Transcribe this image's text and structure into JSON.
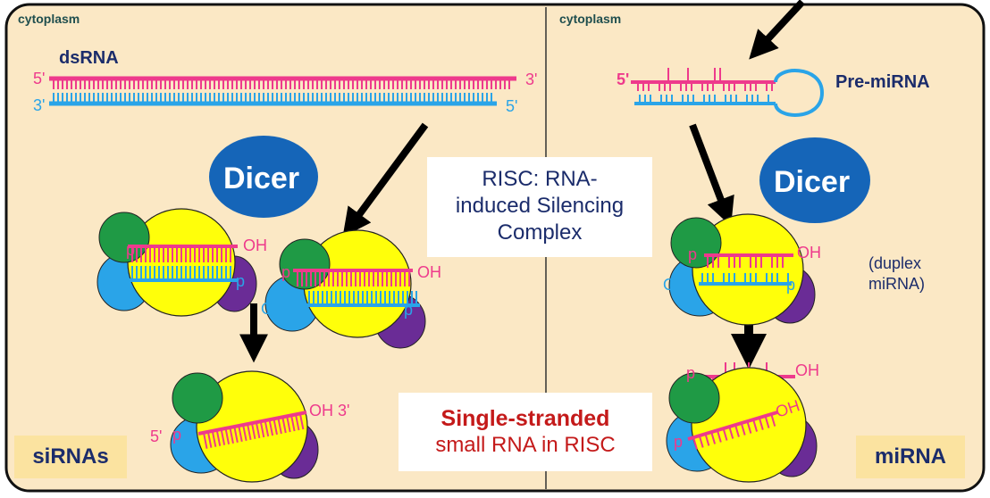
{
  "left": {
    "compartment_label": "cytoplasm",
    "dsrna_label": "dsRNA",
    "top_strand_5": "5'",
    "top_strand_3": "3'",
    "bottom_strand_3": "3'",
    "bottom_strand_5": "5'",
    "dicer_label": "Dicer",
    "p_label": "p",
    "oh_label": "OH",
    "single_5": "5'",
    "single_3": "OH 3'",
    "footer_label": "siRNAs"
  },
  "right": {
    "compartment_label": "cytoplasm",
    "strand_5": "5'",
    "pre_mirna_label": "Pre-miRNA",
    "dicer_label": "Dicer",
    "p_label": "p",
    "oh_label": "OH",
    "duplex_label_line1": "(duplex",
    "duplex_label_line2": "miRNA)",
    "footer_label": "miRNA"
  },
  "center": {
    "risc_line1": "RISC: RNA-",
    "risc_line2": "induced Silencing",
    "risc_line3": "Complex",
    "single_line1": "Single-stranded",
    "single_line2": "small RNA in RISC"
  },
  "colors": {
    "background": "#fbe8c5",
    "pink_strand": "#ee3a8c",
    "blue_strand": "#2aa4e8",
    "dicer": "#1565b8",
    "risc_yellow": "#ffff0a",
    "green_subunit": "#1f9a45",
    "purple_subunit": "#6a2c96",
    "dark_text": "#1b2c6b",
    "red_text": "#c41a1a"
  }
}
